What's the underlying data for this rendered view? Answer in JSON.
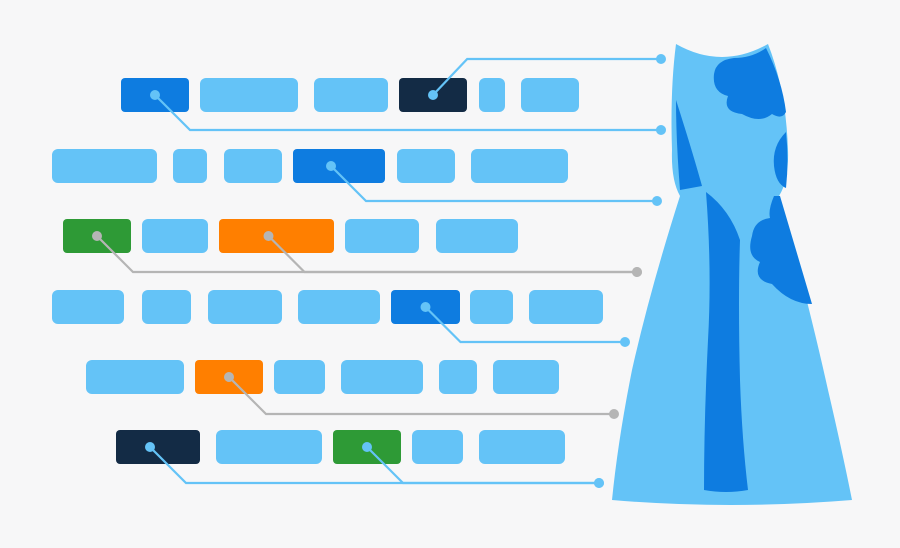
{
  "colors": {
    "background": "#f7f7f8",
    "light_blue": "#64c3f7",
    "blue": "#0e7ce0",
    "navy": "#132b45",
    "green": "#2e9a36",
    "orange": "#ff7f00",
    "gray_line": "#b5b5b5",
    "dress_light": "#64c3f7",
    "dress_dark": "#0e7ce0"
  },
  "rows": [
    {
      "tags": [
        "blue",
        "light",
        "light",
        "navy",
        "light",
        "light"
      ]
    },
    {
      "tags": [
        "light",
        "light",
        "light",
        "blue",
        "light",
        "light"
      ]
    },
    {
      "tags": [
        "green",
        "light",
        "orange",
        "light",
        "light"
      ]
    },
    {
      "tags": [
        "light",
        "light",
        "light",
        "light",
        "blue",
        "light",
        "light"
      ]
    },
    {
      "tags": [
        "light",
        "orange",
        "light",
        "light",
        "light",
        "light"
      ]
    },
    {
      "tags": [
        "navy",
        "light",
        "green",
        "light",
        "light"
      ]
    }
  ],
  "connectors": [
    {
      "from_tag": "navy",
      "to": "dress-neckline",
      "color": "light_blue"
    },
    {
      "from_tag": "blue",
      "to": "dress-bodice",
      "color": "light_blue"
    },
    {
      "from_tag": "blue",
      "to": "dress-waist",
      "color": "light_blue"
    },
    {
      "from_tag": "green",
      "to": "dress-skirt-upper",
      "color": "gray_line"
    },
    {
      "from_tag": "orange",
      "to": "dress-skirt-upper",
      "color": "gray_line"
    },
    {
      "from_tag": "blue",
      "to": "dress-skirt-mid",
      "color": "light_blue"
    },
    {
      "from_tag": "orange",
      "to": "dress-skirt-lower",
      "color": "gray_line"
    },
    {
      "from_tag": "navy",
      "to": "dress-hem",
      "color": "light_blue"
    },
    {
      "from_tag": "green",
      "to": "dress-hem",
      "color": "light_blue"
    }
  ],
  "dress": {
    "icon": "dress-icon"
  }
}
